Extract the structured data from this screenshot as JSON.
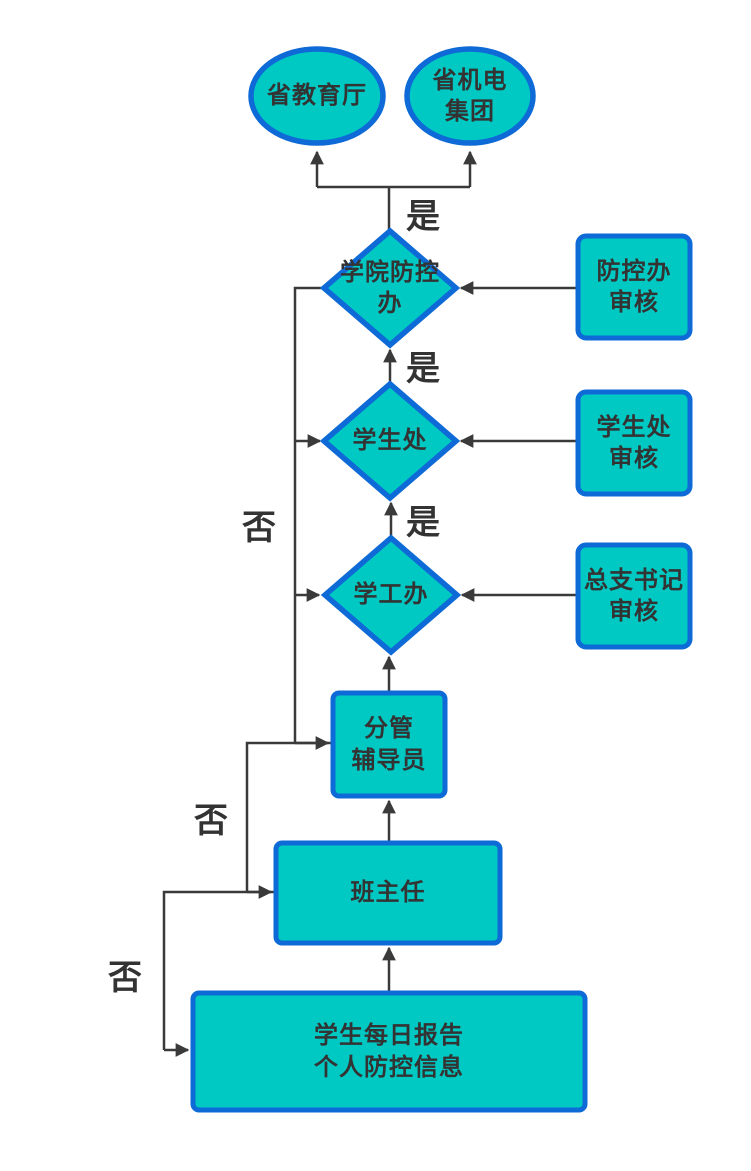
{
  "diagram": {
    "type": "flowchart",
    "colors": {
      "node_fill": "#00C9C4",
      "node_border": "#0E6AD6",
      "connector": "#3A3A3A",
      "text": "#333333",
      "background": "#FFFFFF"
    },
    "nodes": {
      "education_dept": {
        "shape": "ellipse",
        "label": "省教育厅"
      },
      "jidian_group": {
        "shape": "ellipse",
        "label": "省机电\n集团"
      },
      "college_control_office": {
        "shape": "diamond",
        "label": "学院防控\n办"
      },
      "student_affairs": {
        "shape": "diamond",
        "label": "学生处"
      },
      "student_work_office": {
        "shape": "diamond",
        "label": "学工办"
      },
      "control_office_review": {
        "shape": "rect",
        "label": "防控办\n审核"
      },
      "student_affairs_review": {
        "shape": "rect",
        "label": "学生处\n审核"
      },
      "branch_secretary_review": {
        "shape": "rect",
        "label": "总支书记\n审核"
      },
      "counselor": {
        "shape": "rect",
        "label": "分管\n辅导员"
      },
      "class_teacher": {
        "shape": "rect",
        "label": "班主任"
      },
      "daily_report": {
        "shape": "rect",
        "label": "学生每日报告\n个人防控信息"
      }
    },
    "edge_labels": {
      "yes": "是",
      "no": "否"
    },
    "edges": [
      {
        "from": "college_control_office",
        "to": "education_dept",
        "label": "是"
      },
      {
        "from": "college_control_office",
        "to": "jidian_group",
        "label": "是"
      },
      {
        "from": "student_affairs",
        "to": "college_control_office",
        "label": "是"
      },
      {
        "from": "student_work_office",
        "to": "student_affairs",
        "label": "是"
      },
      {
        "from": "counselor",
        "to": "student_work_office",
        "label": ""
      },
      {
        "from": "class_teacher",
        "to": "counselor",
        "label": ""
      },
      {
        "from": "daily_report",
        "to": "class_teacher",
        "label": ""
      },
      {
        "from": "control_office_review",
        "to": "college_control_office",
        "label": ""
      },
      {
        "from": "student_affairs_review",
        "to": "student_affairs",
        "label": ""
      },
      {
        "from": "branch_secretary_review",
        "to": "student_work_office",
        "label": ""
      },
      {
        "from": "college_control_office",
        "to": "student_affairs, student_work_office, counselor",
        "label": "否"
      },
      {
        "from": "counselor",
        "to": "class_teacher",
        "label": "否"
      },
      {
        "from": "class_teacher",
        "to": "daily_report",
        "label": "否"
      }
    ]
  }
}
